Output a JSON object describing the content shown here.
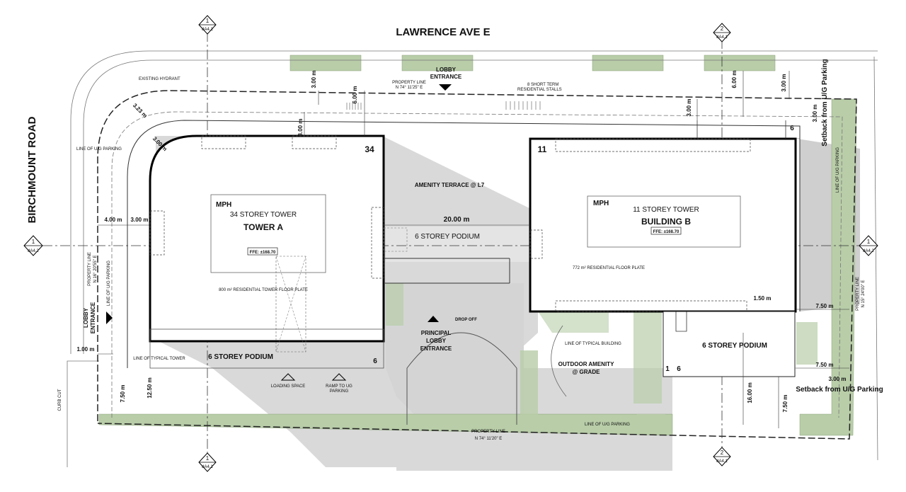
{
  "streets": {
    "north": "LAWRENCE AVE E",
    "west": "BIRCHMOUNT ROAD"
  },
  "section_markers": [
    {
      "number": "1",
      "sheet": "dA4.1"
    },
    {
      "number": "2",
      "sheet": "dA4.1"
    },
    {
      "number": "1",
      "sheet": "dA4.2"
    },
    {
      "number": "1",
      "sheet": "dA4.2"
    },
    {
      "number": "1",
      "sheet": "dA4.1"
    },
    {
      "number": "2",
      "sheet": "dA4.1"
    }
  ],
  "tower_a": {
    "mph": "MPH",
    "storeys": "34 STOREY TOWER",
    "name": "TOWER A",
    "ffe": "FFE: ±168.70",
    "floor_plate": "800 m² RESIDENTIAL TOWER FLOOR PLATE",
    "corner_count": "34",
    "podium_count": "6",
    "podium": "6 STOREY PODIUM",
    "line_of_tower": "LINE OF TYPICAL TOWER"
  },
  "building_b": {
    "mph": "MPH",
    "storeys": "11 STOREY TOWER",
    "name": "BUILDING B",
    "ffe": "FFE: ±168.70",
    "floor_plate": "772 m² RESIDENTIAL FLOOR PLATE",
    "corner_count": "11",
    "podium_count_top": "6",
    "podium": "6 STOREY PODIUM",
    "podium_count_1": "1",
    "podium_count_6": "6",
    "line_of_building": "LINE OF TYPICAL BUILDING"
  },
  "labels": {
    "amenity_terrace": "AMENITY TERRACE @ L7",
    "six_storey_podium": "6 STOREY PODIUM",
    "lobby_entrance_north_1": "LOBBY",
    "lobby_entrance_north_2": "ENTRANCE",
    "lobby_entrance_west_1": "LOBBY",
    "lobby_entrance_west_2": "ENTRANCE",
    "principal_lobby_1": "PRINCIPAL",
    "principal_lobby_2": "LOBBY",
    "principal_lobby_3": "ENTRANCE",
    "drop_off": "DROP OFF",
    "outdoor_amenity_1": "OUTDOOR AMENITY",
    "outdoor_amenity_2": "@ GRADE",
    "loading_space": "LOADING SPACE",
    "ramp_1": "RAMP TO UG",
    "ramp_2": "PARKING",
    "existing_hydrant": "EXISTING HYDRANT",
    "short_term_1": "8 SHORT TERM",
    "short_term_2": "RESIDENTIAL STALLS",
    "property_line_north_1": "PROPERTY LINE",
    "property_line_north_2": "N 74° 11'25\" E",
    "property_line_south_1": "PROPERTY LINE",
    "property_line_south_2": "N 74° 11'20\" E",
    "property_line_west_1": "PROPERTY LINE",
    "property_line_west_2": "N 16° 20'55\" E",
    "property_line_east_1": "PROPERTY LINE",
    "property_line_east_2": "N 15° 24'00\" E",
    "line_of_ug_parking_nw": "LINE OF U/G PARKING",
    "line_of_ug_parking_w": "LINE OF U/G PARKING",
    "line_of_ug_parking_e": "LINE OF U/G PARKING",
    "line_of_ug_parking_s": "LINE OF U/G PARKING",
    "curb_cut": "CURB CUT",
    "setback_ug_1": "Setback from U/G Parking",
    "setback_ug_2": "Setback from U/G Parking"
  },
  "dimensions": {
    "d_3_00_n1": "3.00 m",
    "d_6_00_n": "6.00 m",
    "d_3_00_n2": "3.00 m",
    "d_3_23": "3.23 m",
    "d_3_00_nw": "3.00 m",
    "d_3_00_e1": "3.00 m",
    "d_6_00_e": "6.00 m",
    "d_3_00_e2": "3.00 m",
    "d_3_00_ne": "3.00 m",
    "d_4_00_w": "4.00 m",
    "d_3_00_w": "3.00 m",
    "d_20_00": "20.00 m",
    "d_1_00": "1.00 m",
    "d_7_50_sw": "7.50 m",
    "d_12_50": "12.50 m",
    "d_1_50": "1.50 m",
    "d_7_50_e": "7.50 m",
    "d_7_50_se": "7.50 m",
    "d_3_00_se": "3.00 m",
    "d_16_00": "16.00 m",
    "d_7_50_s": "7.50 m"
  },
  "colors": {
    "landscape": "#b8cda8",
    "landscape_edge": "#8aa07a",
    "shadow": "#d9d9d9",
    "shadow_dark": "#c4c4c4",
    "building_line": "#000000"
  }
}
